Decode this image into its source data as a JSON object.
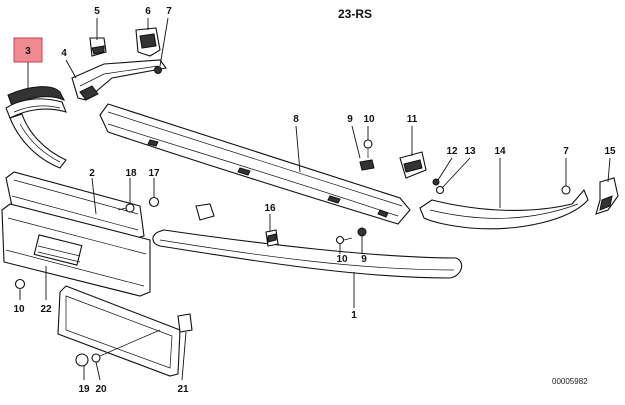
{
  "diagram": {
    "title": "23-RS",
    "code": "00005982",
    "highlight_color": "#f08b94",
    "callouts": {
      "c1": "1",
      "c2": "2",
      "c3": "3",
      "c4": "4",
      "c5": "5",
      "c6": "6",
      "c7a": "7",
      "c7b": "7",
      "c8": "8",
      "c9a": "9",
      "c9b": "9",
      "c10a": "10",
      "c10b": "10",
      "c10c": "10",
      "c11": "11",
      "c12": "12",
      "c13": "13",
      "c14": "14",
      "c15": "15",
      "c16": "16",
      "c17": "17",
      "c18": "18",
      "c19": "19",
      "c20": "20",
      "c21": "21",
      "c22": "22"
    }
  }
}
